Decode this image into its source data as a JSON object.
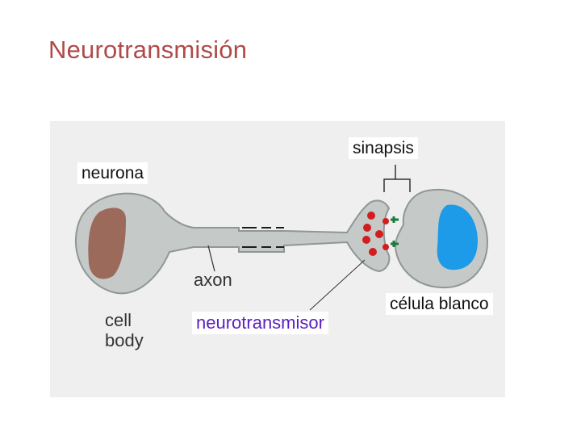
{
  "title": "Neurotransmisión",
  "labels": {
    "neurona": "neurona",
    "sinapsis": "sinapsis",
    "axon": "axon",
    "cell_line1": "cell",
    "cell_line2": "body",
    "neurotransmisor": "neurotransmisor",
    "celula_blanco": "célula blanco"
  },
  "colors": {
    "title": "#b04a4a",
    "panel": "#efefef",
    "cell_fill": "#c5cac8",
    "cell_stroke": "#8f9795",
    "nucleus": "#9b6a5a",
    "target_nucleus": "#1e9be8",
    "neurotransmitter": "#d11d1d",
    "receptor": "#1a7a3a",
    "neurotransmisor_text": "#5a1fbf"
  }
}
